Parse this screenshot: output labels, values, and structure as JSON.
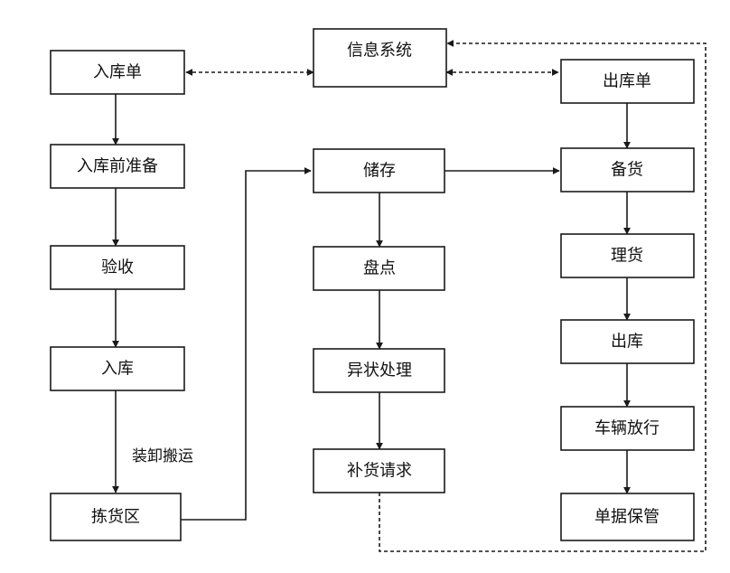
{
  "nodes": {
    "inbound_order": "入库单",
    "info_system": "信息系统",
    "outbound_order": "出库单",
    "pre_inbound_prep": "入库前准备",
    "storage": "储存",
    "stocking": "备货",
    "inspection": "验收",
    "inventory_count": "盘点",
    "sorting": "理货",
    "putaway": "入库",
    "exception_handling": "异状处理",
    "dispatch": "出库",
    "vehicle_release": "车辆放行",
    "picking_area": "拣货区",
    "replenishment_request": "补货请求",
    "document_custody": "单据保管"
  },
  "labels": {
    "loading_unloading": "装卸搬运"
  },
  "colors": {
    "stroke": "#1a1a1a",
    "background": "#ffffff"
  }
}
